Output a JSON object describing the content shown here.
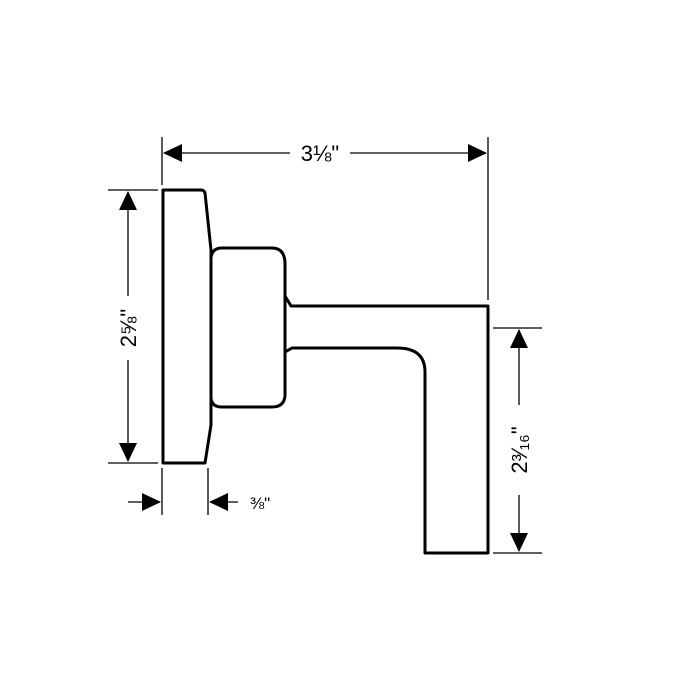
{
  "drawing": {
    "dimensions": {
      "overall_width": "3⅛\"",
      "escutcheon_height": "2⅝\"",
      "escutcheon_depth": "⅜\"",
      "handle_height": "2³⁄₁₆\""
    },
    "colors": {
      "line": "#000000",
      "background": "#ffffff"
    }
  }
}
